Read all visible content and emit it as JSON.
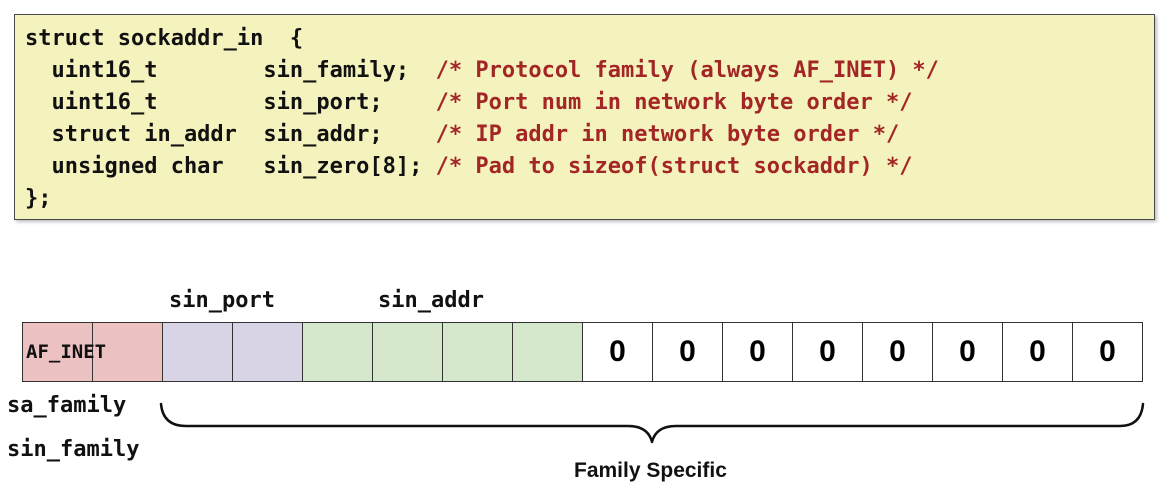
{
  "code": {
    "lines": [
      {
        "code": "struct sockaddr_in  {",
        "comment": ""
      },
      {
        "code": "  uint16_t        sin_family;  ",
        "comment": "/* Protocol family (always AF_INET) */"
      },
      {
        "code": "  uint16_t        sin_port;    ",
        "comment": "/* Port num in network byte order */"
      },
      {
        "code": "  struct in_addr  sin_addr;    ",
        "comment": "/* IP addr in network byte order */"
      },
      {
        "code": "  unsigned char   sin_zero[8]; ",
        "comment": "/* Pad to sizeof(struct sockaddr) */"
      },
      {
        "code": "};",
        "comment": ""
      }
    ]
  },
  "colors": {
    "code_background": "#f5f3bd",
    "comment": "#a32626",
    "af_inet": "#ebc2c1",
    "sin_port": "#d8d4e6",
    "sin_addr": "#d6e8cc",
    "zero": "#ffffff"
  },
  "diagram": {
    "sin_port_label": "sin_port",
    "sin_addr_label": "sin_addr",
    "af_inet_label": "AF_INET",
    "zero_values": [
      "0",
      "0",
      "0",
      "0",
      "0",
      "0",
      "0",
      "0"
    ],
    "sa_family_label": "sa_family",
    "sin_family_label": "sin_family",
    "family_specific_label": "Family Specific"
  }
}
